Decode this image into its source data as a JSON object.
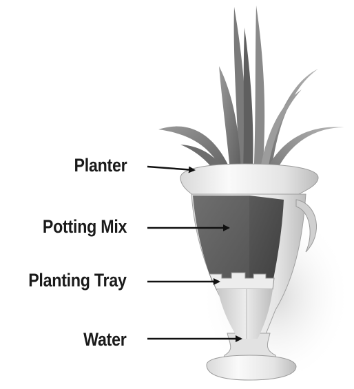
{
  "labels": {
    "planter": "Planter",
    "potting_mix": "Potting Mix",
    "planting_tray": "Planting Tray",
    "water": "Water"
  },
  "colors": {
    "label_text": "#1a1a1a",
    "arrow": "#111111",
    "leaf_dark": "#6e6e6e",
    "leaf_light": "#a9a9a9",
    "planter_white": "#f2f2f2",
    "soil": "#5e5e5e",
    "water": "#d6d6d6"
  }
}
